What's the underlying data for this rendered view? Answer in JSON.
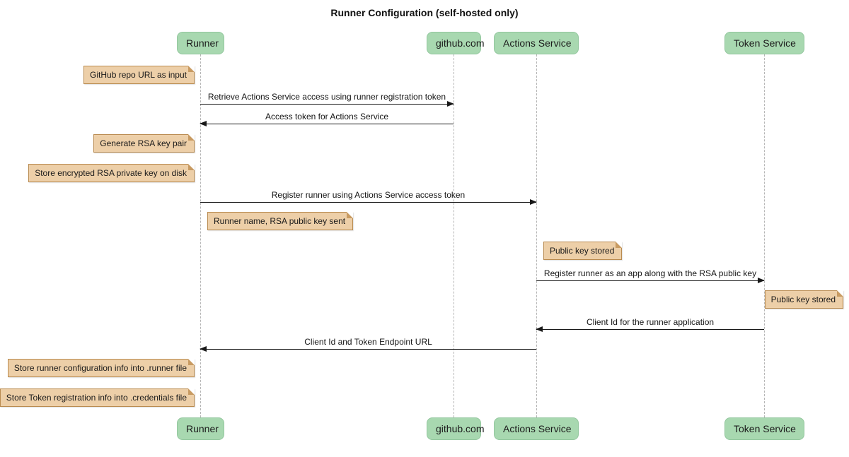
{
  "title": "Runner Configuration (self-hosted only)",
  "participants": [
    {
      "label": "Runner"
    },
    {
      "label": "github.com"
    },
    {
      "label": "Actions Service"
    },
    {
      "label": "Token Service"
    }
  ],
  "notes": [
    {
      "text": "GitHub repo URL as input",
      "anchor": "Runner"
    },
    {
      "text": "Generate RSA key pair",
      "anchor": "Runner"
    },
    {
      "text": "Store encrypted RSA private key on disk",
      "anchor": "Runner"
    },
    {
      "text": "Runner name, RSA public key sent",
      "anchor": "Runner"
    },
    {
      "text": "Public key stored",
      "anchor": "Actions Service"
    },
    {
      "text": "Public key stored",
      "anchor": "Token Service"
    },
    {
      "text": "Store runner configuration info into .runner file",
      "anchor": "Runner"
    },
    {
      "text": "Store Token registration info into .credentials file",
      "anchor": "Runner"
    }
  ],
  "messages": [
    {
      "text": "Retrieve Actions Service access using runner registration token",
      "from": "Runner",
      "to": "github.com"
    },
    {
      "text": "Access token for Actions Service",
      "from": "github.com",
      "to": "Runner"
    },
    {
      "text": "Register runner using Actions Service access token",
      "from": "Runner",
      "to": "Actions Service"
    },
    {
      "text": "Register runner as an app along with the RSA public key",
      "from": "Actions Service",
      "to": "Token Service"
    },
    {
      "text": "Client Id for the runner application",
      "from": "Token Service",
      "to": "Actions Service"
    },
    {
      "text": "Client Id and Token Endpoint URL",
      "from": "Actions Service",
      "to": "Runner"
    }
  ],
  "colors": {
    "participant_fill": "#a8d8b0",
    "participant_border": "#93c79e",
    "note_fill": "#edcfa8",
    "note_border": "#b98b50",
    "lifeline": "#b5b5b5",
    "arrow": "#181818",
    "background": "#ffffff"
  }
}
